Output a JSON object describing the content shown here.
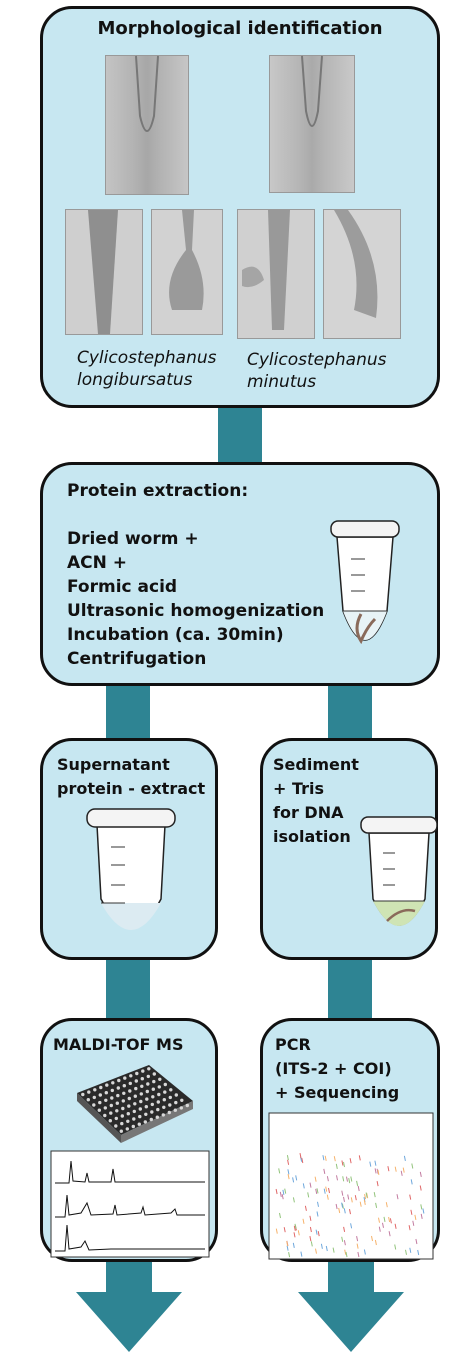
{
  "morphology": {
    "title": "Morphological identification",
    "species_a": [
      "Cylicostephanus",
      "longibursatus"
    ],
    "species_b": [
      "Cylicostephanus",
      "minutus"
    ]
  },
  "extraction": {
    "title": "Protein extraction:",
    "steps": [
      "Dried worm +",
      "ACN +",
      "Formic acid",
      "Ultrasonic homogenization",
      "Incubation (ca. 30min)",
      "Centrifugation"
    ]
  },
  "supernatant": {
    "lines": [
      "Supernatant",
      "protein - extract"
    ]
  },
  "sediment": {
    "lines": [
      "Sediment",
      "+ Tris",
      "for DNA",
      "isolation"
    ]
  },
  "maldi": {
    "title": "MALDI-TOF MS"
  },
  "pcr": {
    "lines": [
      "PCR",
      "(ITS-2 + COI)",
      "+ Sequencing"
    ]
  },
  "colors": {
    "box_fill": "#c7e7f1",
    "arrow": "#2e8493",
    "border": "#111111"
  },
  "icons": [
    "tube-icon",
    "worm-icon",
    "target-plate-icon",
    "spectra-icon",
    "sequence-trace-icon",
    "down-arrow-icon"
  ]
}
